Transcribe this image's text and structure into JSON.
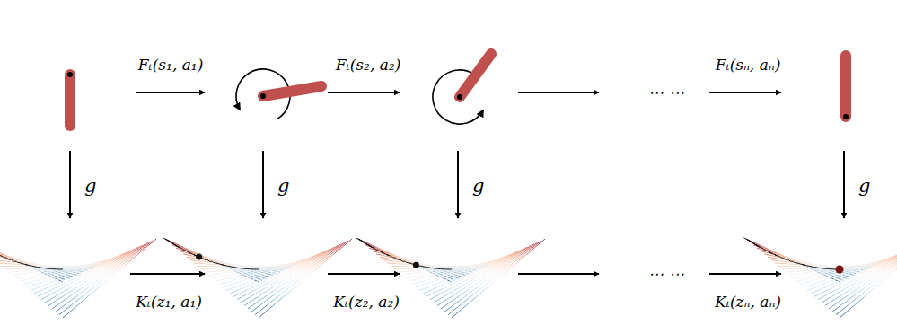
{
  "diagram": {
    "labels": [
      "Fₜ(s₁, a₁)",
      "Fₜ(s₂, a₂)",
      "⋯ ⋯",
      "Fₜ(sₙ, aₙ)",
      "g",
      "g",
      "g",
      "g",
      "Kₜ(z₁, a₁)",
      "Kₜ(z₂, a₂)",
      "⋯ ⋯",
      "Kₜ(zₙ, aₙ)"
    ]
  }
}
